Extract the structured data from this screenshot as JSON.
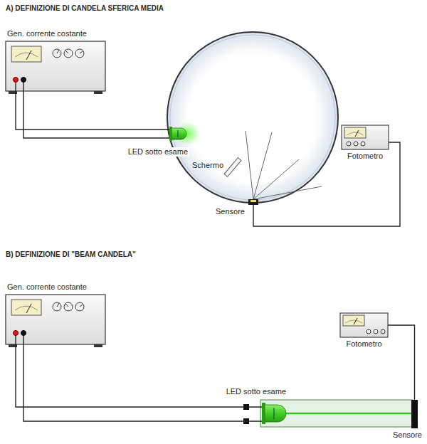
{
  "diagram": {
    "nodes": [
      {
        "text": [
          "Gen. corrente costante"
        ]
      },
      {
        "text": [
          "LED sotto esame"
        ]
      },
      {
        "text": [
          "Sensore"
        ]
      },
      {
        "text": [
          "Fotometro"
        ]
      },
      {
        "text": [
          "Gen. corrente costante"
        ]
      },
      {
        "text": [
          "LED sotto esame"
        ]
      },
      {
        "text": [
          "Sensore"
        ]
      },
      {
        "text": [
          "Fotometro"
        ]
      }
    ],
    "edges": [
      {
        "from": 0,
        "to": 1,
        "arrow": "none"
      },
      {
        "from": 0,
        "to": 1,
        "arrow": "none"
      },
      {
        "from": 2,
        "to": 3,
        "arrow": "none"
      },
      {
        "from": 4,
        "to": 5,
        "arrow": "none"
      },
      {
        "from": 4,
        "to": 5,
        "arrow": "none"
      },
      {
        "from": 6,
        "to": 7,
        "arrow": "none"
      }
    ],
    "labels": [
      "A) DEFINIZIONE DI CANDELA SFERICA MEDIA",
      "Schermo",
      "B) DEFINIZIONE DI \"BEAM CANDELA\""
    ]
  }
}
